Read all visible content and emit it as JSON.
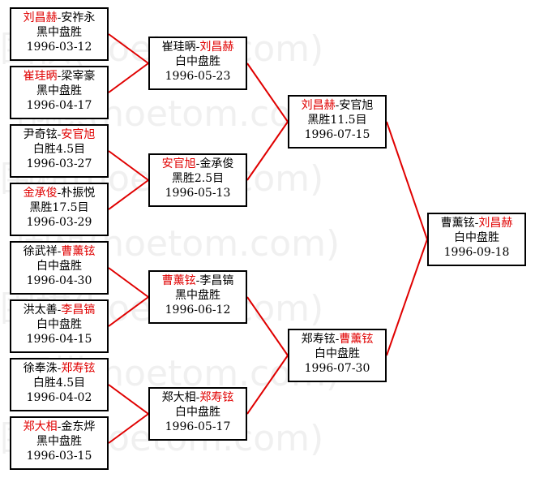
{
  "watermark": "围棋(hoetom.com)",
  "colors": {
    "winner": "#e00000",
    "line": "#e00000",
    "border": "#000000"
  },
  "round1": [
    {
      "p1": "刘昌赫",
      "p2": "安祚永",
      "winner": 1,
      "result": "黑中盘胜",
      "date": "1996-03-12"
    },
    {
      "p1": "崔珪昞",
      "p2": "梁宰豪",
      "winner": 1,
      "result": "黑中盘胜",
      "date": "1996-04-17"
    },
    {
      "p1": "尹奇铉",
      "p2": "安官旭",
      "winner": 2,
      "result": "白胜4.5目",
      "date": "1996-03-27"
    },
    {
      "p1": "金承俊",
      "p2": "朴振悦",
      "winner": 1,
      "result": "黑胜17.5目",
      "date": "1996-03-29"
    },
    {
      "p1": "徐武祥",
      "p2": "曹薰铉",
      "winner": 2,
      "result": "白中盘胜",
      "date": "1996-04-30"
    },
    {
      "p1": "洪太善",
      "p2": "李昌镐",
      "winner": 2,
      "result": "白中盘胜",
      "date": "1996-04-15"
    },
    {
      "p1": "徐奉洙",
      "p2": "郑寿铉",
      "winner": 2,
      "result": "白胜4.5目",
      "date": "1996-04-02"
    },
    {
      "p1": "郑大相",
      "p2": "金东烨",
      "winner": 1,
      "result": "黑中盘胜",
      "date": "1996-03-15"
    }
  ],
  "round2": [
    {
      "p1": "崔珪昞",
      "p2": "刘昌赫",
      "winner": 2,
      "result": "白中盘胜",
      "date": "1996-05-23"
    },
    {
      "p1": "安官旭",
      "p2": "金承俊",
      "winner": 1,
      "result": "黑胜2.5目",
      "date": "1996-05-13"
    },
    {
      "p1": "曹薰铉",
      "p2": "李昌镐",
      "winner": 1,
      "result": "黑中盘胜",
      "date": "1996-06-12"
    },
    {
      "p1": "郑大相",
      "p2": "郑寿铉",
      "winner": 2,
      "result": "白中盘胜",
      "date": "1996-05-17"
    }
  ],
  "semis": [
    {
      "p1": "刘昌赫",
      "p2": "安官旭",
      "winner": 1,
      "result": "黑胜11.5目",
      "date": "1996-07-15"
    },
    {
      "p1": "郑寿铉",
      "p2": "曹薰铉",
      "winner": 2,
      "result": "白中盘胜",
      "date": "1996-07-30"
    }
  ],
  "final": [
    {
      "p1": "曹薰铉",
      "p2": "刘昌赫",
      "winner": 2,
      "result": "白中盘胜",
      "date": "1996-09-18"
    }
  ]
}
